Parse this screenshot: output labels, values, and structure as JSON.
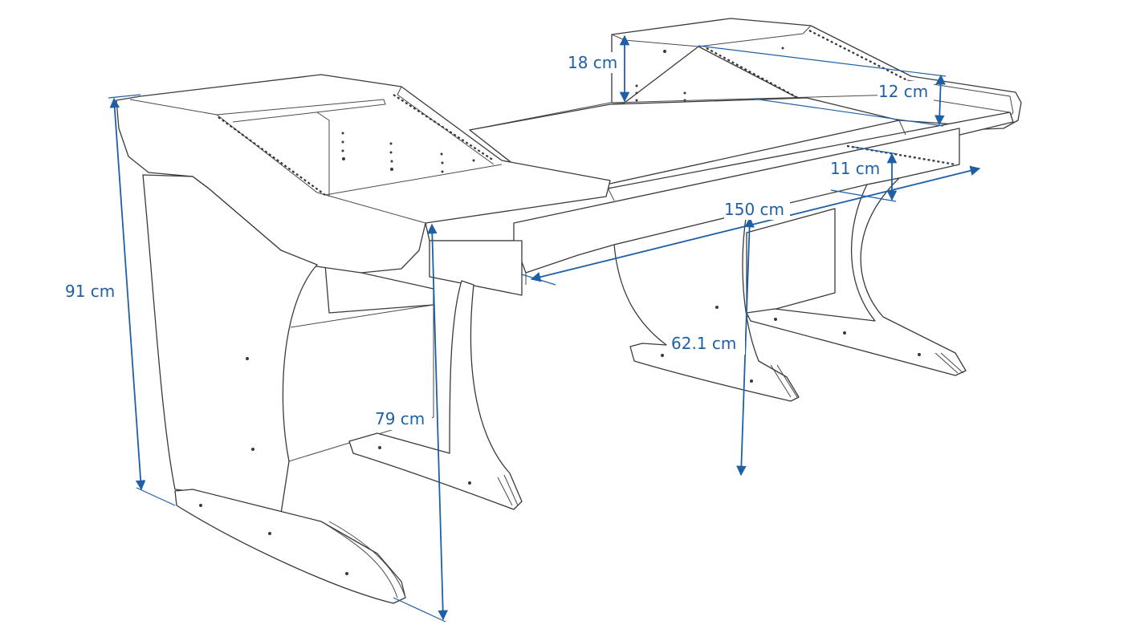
{
  "dimensions": {
    "overall_height": "91 cm",
    "desk_surface_height": "79 cm",
    "desk_width": "150 cm",
    "knee_clearance": "62.1 cm",
    "upper_rack_height": "18 cm",
    "lower_rack_height": "12 cm",
    "keyboard_tray_height": "11 cm"
  },
  "colors": {
    "dimension": "#1f5fa6",
    "outline": "#3a3a3a",
    "background": "#ffffff"
  }
}
